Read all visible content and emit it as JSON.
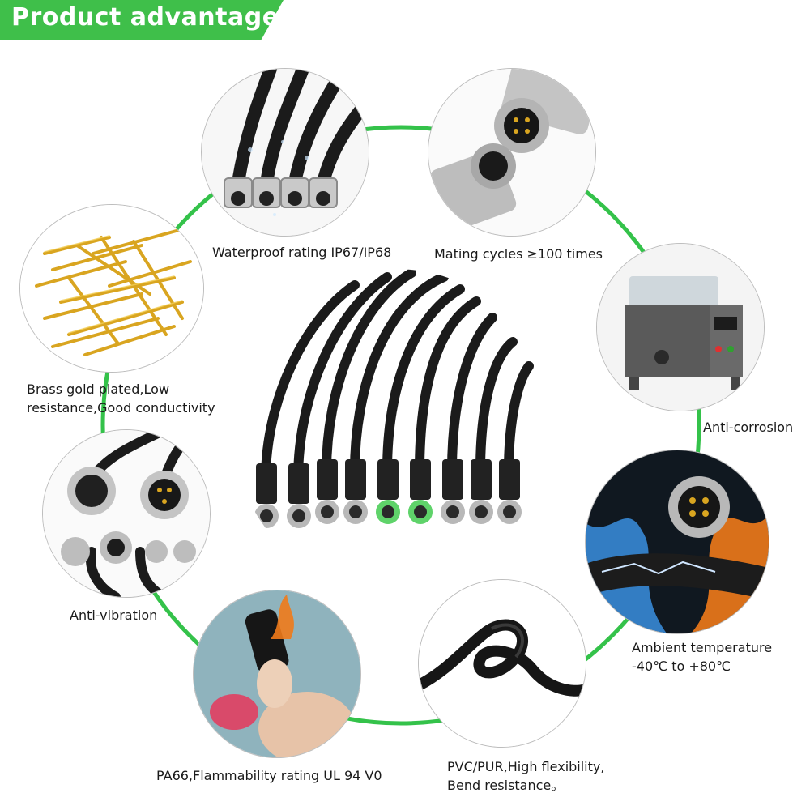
{
  "banner": {
    "title": "Product advantages"
  },
  "features": {
    "waterproof": "Waterproof rating IP67/IP68",
    "mating": "Mating cycles ≥100 times",
    "brass": [
      "Brass gold plated,Low",
      "resistance,Good conductivity"
    ],
    "corrosion": "Anti-corrosion",
    "vibration": "Anti-vibration",
    "temperature": [
      "Ambient temperature",
      "-40℃ to +80℃"
    ],
    "flammability": "PA66,Flammability rating UL 94 V0",
    "flexibility": [
      "PVC/PUR,High flexibility,",
      "Bend resistance。"
    ]
  },
  "colors": {
    "accent": "#3fbf4a",
    "ring": "#34c24a",
    "cable": "#1b1b1b",
    "metal": "#b8b8b8",
    "gold": "#d9a520",
    "fire": "#f07a1a",
    "ice": "#3a8fe0"
  }
}
